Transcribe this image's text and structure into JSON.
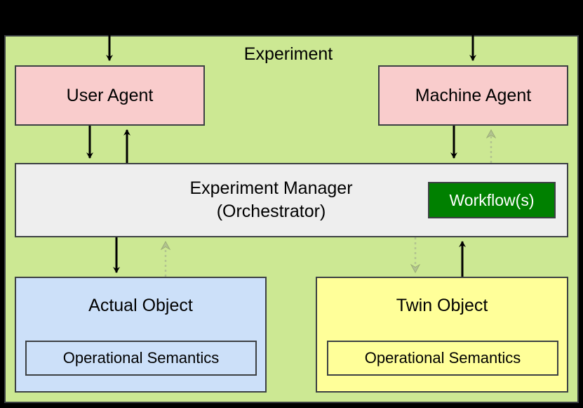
{
  "diagram": {
    "title": "Experiment",
    "container_color": "#cce893",
    "background_color": "#000000",
    "border_color": "#3c4043"
  },
  "nodes": {
    "user_agent": {
      "label": "User Agent",
      "color": "#f9cccc"
    },
    "machine_agent": {
      "label": "Machine Agent",
      "color": "#f9cccc"
    },
    "orchestrator": {
      "label_line1": "Experiment Manager",
      "label_line2": "(Orchestrator)",
      "color": "#eeeeee"
    },
    "workflow": {
      "label": "Workflow(s)",
      "color": "#008000",
      "text_color": "#ffffff"
    },
    "actual_object": {
      "label": "Actual Object",
      "color": "#cce0f9",
      "semantics_label": "Operational Semantics"
    },
    "twin_object": {
      "label": "Twin Object",
      "color": "#ffff99",
      "semantics_label": "Operational Semantics"
    }
  },
  "arrows": [
    {
      "name": "inbound-to-user-agent",
      "style": "solid",
      "color": "#000000",
      "direction": "down"
    },
    {
      "name": "inbound-to-machine-agent",
      "style": "solid",
      "color": "#000000",
      "direction": "down"
    },
    {
      "name": "user-agent-to-orchestrator",
      "style": "solid",
      "color": "#000000",
      "direction": "down"
    },
    {
      "name": "orchestrator-to-user-agent",
      "style": "solid",
      "color": "#000000",
      "direction": "up"
    },
    {
      "name": "machine-agent-to-orchestrator",
      "style": "solid",
      "color": "#000000",
      "direction": "down"
    },
    {
      "name": "orchestrator-to-machine-agent",
      "style": "dotted",
      "color": "#9aab77",
      "direction": "up"
    },
    {
      "name": "orchestrator-to-actual-object",
      "style": "solid",
      "color": "#000000",
      "direction": "down"
    },
    {
      "name": "actual-object-to-orchestrator",
      "style": "dotted",
      "color": "#9aab77",
      "direction": "up"
    },
    {
      "name": "orchestrator-to-twin-object",
      "style": "dotted",
      "color": "#9aab77",
      "direction": "down"
    },
    {
      "name": "twin-object-to-orchestrator",
      "style": "solid",
      "color": "#000000",
      "direction": "up"
    }
  ]
}
